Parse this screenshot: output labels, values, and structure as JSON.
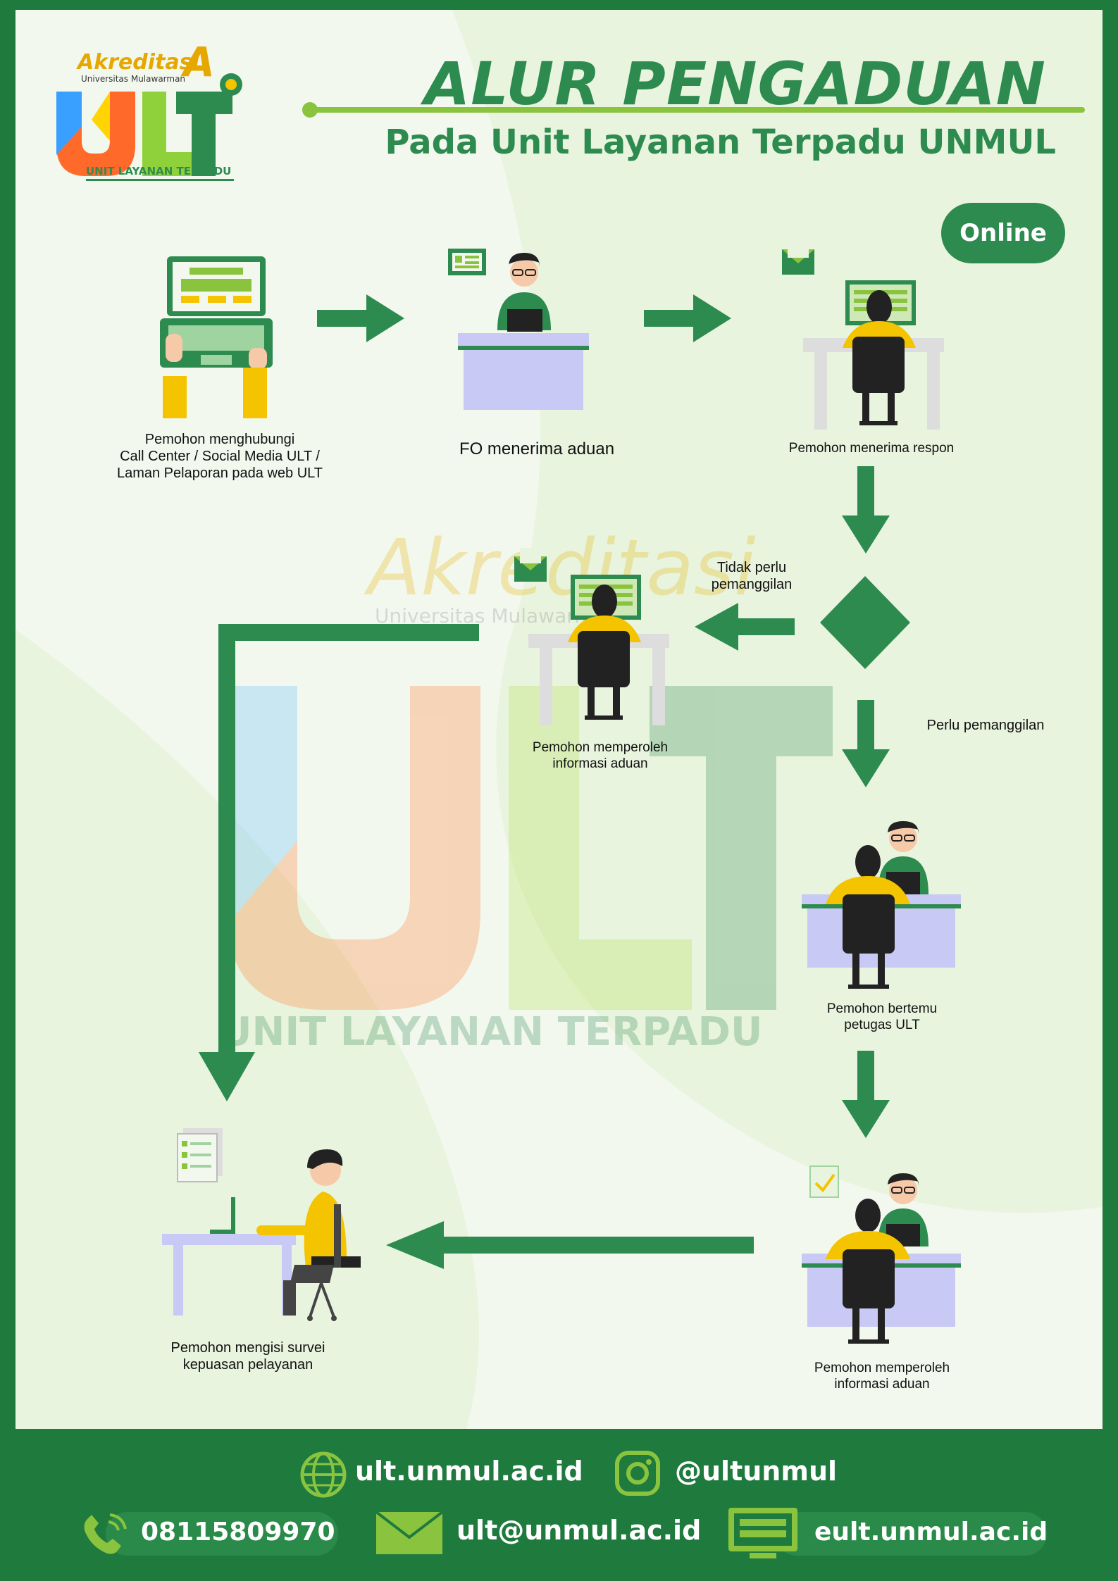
{
  "header": {
    "title": "ALUR PENGADUAN",
    "subtitle": "Pada Unit Layanan Terpadu UNMUL"
  },
  "logo": {
    "accreditation": "Akreditasi",
    "grade": "A",
    "university": "Universitas Mulawarman",
    "brand": "ULT",
    "caption": "UNIT LAYANAN TERPADU"
  },
  "badge": {
    "mode": "Online"
  },
  "watermark": {
    "brand": "ULT",
    "caption": "UNIT LAYANAN TERPADU",
    "accreditation": "Akreditasi",
    "university": "Universitas Mulawarman"
  },
  "steps": {
    "contact": "Pemohon menghubungi\nCall Center / Social Media ULT /\nLaman Pelaporan pada web ULT",
    "fo_receive": "FO menerima aduan",
    "receive_response": "Pemohon menerima respon",
    "get_info_online": "Pemohon memperoleh\ninformasi aduan",
    "meet_officer": "Pemohon bertemu\npetugas ULT",
    "get_info_meeting": "Pemohon memperoleh\ninformasi aduan",
    "survey": "Pemohon mengisi survei\nkepuasan pelayanan"
  },
  "decision": {
    "no_call": "Tidak perlu\npemanggilan",
    "need_call": "Perlu pemanggilan"
  },
  "footer": {
    "website": "ult.unmul.ac.id",
    "instagram": "@ultunmul",
    "phone": "08115809970",
    "email": "ult@unmul.ac.id",
    "eult": "eult.unmul.ac.id"
  },
  "colors": {
    "green": "#2e8b4f",
    "dark_green": "#1f7a3e",
    "yellow": "#f4c400",
    "lavender": "#c9c9f5"
  }
}
